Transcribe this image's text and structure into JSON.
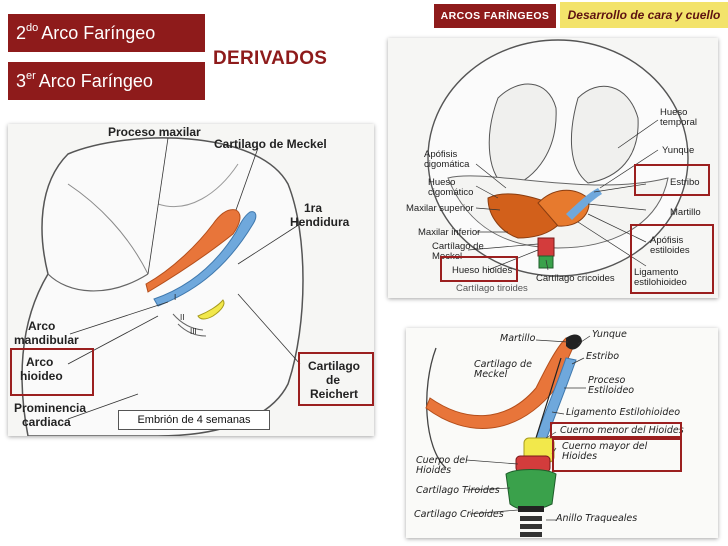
{
  "header": {
    "tag_arcos": "ARCOS FARÍNGEOS",
    "tag_desarrollo": "Desarrollo de cara y cuello"
  },
  "arcs": [
    {
      "num": "2",
      "sup": "do",
      "rest": "Arco Faríngeo"
    },
    {
      "num": "3",
      "sup": "er",
      "rest": "Arco Faríngeo"
    }
  ],
  "title": "DERIVADOS",
  "embryo": {
    "caption": "Embrión de 4 semanas",
    "labels": {
      "proceso_maxilar": "Proceso maxilar",
      "cartilago_meckel": "Cartilago de Meckel",
      "hendidura_1": "1ra",
      "hendidura_2": "Hendidura",
      "arco_mandibular_1": "Arco",
      "arco_mandibular_2": "mandibular",
      "arco_hioideo_1": "Arco",
      "arco_hioideo_2": "hioideo",
      "prominencia_1": "Prominencia",
      "prominencia_2": "cardiaca",
      "reichert_1": "Cartilago",
      "reichert_2": "de",
      "reichert_3": "Reichert",
      "roman_1": "I",
      "roman_2": "II",
      "roman_3": "III"
    }
  },
  "skull": {
    "labels": {
      "hueso_temporal": "Hueso\ntemporal",
      "yunque": "Yunque",
      "estribo": "Estribo",
      "martillo": "Martillo",
      "apofisis_estiloides": "Apófisis\nestiloides",
      "ligamento": "Ligamento\nestilohioideo",
      "apofisis_cigomatica": "Apófisis\ncigomática",
      "hueso_cigomatico": "Hueso\ncigomático",
      "maxilar_superior": "Maxilar superior",
      "maxilar_inferior": "Maxilar inferior",
      "cartilago_meckel": "Cartílago de\nMeckel",
      "hueso_hioides": "Hueso hioides",
      "cartilago_tiroides": "Cartílago tiroides",
      "cartilago_cricoides": "Cartílago cricoides"
    }
  },
  "larynx": {
    "labels": {
      "martillo": "Martillo",
      "yunque": "Yunque",
      "estribo": "Estribo",
      "cartilago_meckel": "Cartilago de\nMeckel",
      "proceso_estiloideo": "Proceso\nEstiloideo",
      "ligamento": "Ligamento Estilohioideo",
      "cuerno_menor": "Cuerno menor del Hioides",
      "cuerno_mayor": "Cuerno mayor del\nHioides",
      "cuerpo_hioides": "Cuerpo del\nHioides",
      "cartilago_tiroides": "Cartilago Tiroides",
      "cartilago_cricoides": "Cartilago Cricoides",
      "anillo_traqueales": "Anillo Traqueales"
    }
  },
  "colors": {
    "maroon": "#8e1b1b",
    "yellow": "#f3e36b",
    "orange": "#e8753a",
    "blue": "#6fa8dc",
    "bright_yellow": "#f2e84b",
    "green": "#3aa14b",
    "red": "#d33c3c"
  }
}
